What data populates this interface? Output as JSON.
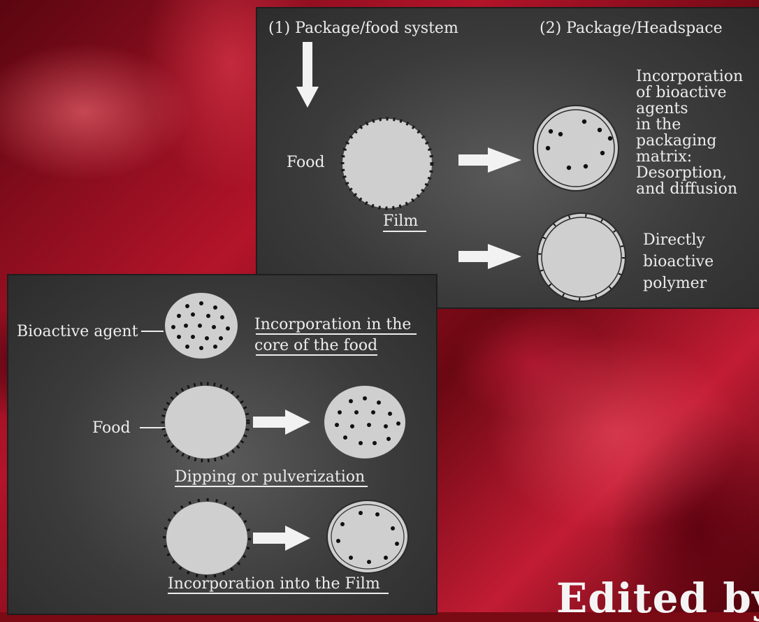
{
  "colors": {
    "panel": "#3b3b3b",
    "circle": "#cfcfcf",
    "text": "#ededed",
    "dots": "#111111",
    "background": "#8e0f1e"
  },
  "panel_a": {
    "label_1": "(1) Package/food system",
    "label_2": "(2) Package/Headspace",
    "food_label": "Food",
    "film_label": "Film",
    "incorporation_lines": [
      "Incorporation",
      "of bioactive",
      "agents",
      "in the",
      "packaging",
      "matrix:",
      "Desorption,",
      "and diffusion"
    ],
    "direct_lines": [
      "Directly",
      "bioactive",
      "polymer"
    ]
  },
  "panel_b": {
    "agent_label": "Bioactive agent",
    "core_lines": [
      "Incorporation in the",
      "core of the food"
    ],
    "food_label": "Food",
    "dipping_label": "Dipping or pulverization",
    "film_label": "Incorporation into the Film"
  },
  "footer": {
    "edited_by": "Edited by"
  }
}
